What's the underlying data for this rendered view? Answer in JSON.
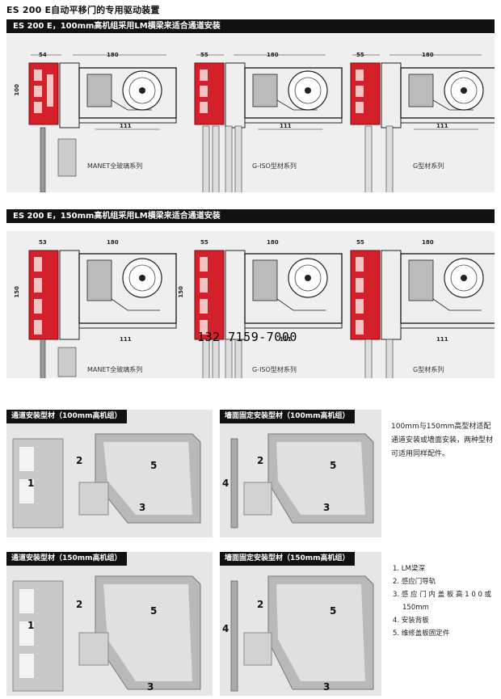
{
  "page_title": "ES 200 E自动平移门的专用驱动装置",
  "section1": {
    "title": "ES 200 E，100mm高机组采用LM横梁来适合通道安装",
    "profiles": [
      {
        "label": "MANET全玻璃系列",
        "dim_left": "54",
        "dim_top": "180",
        "dim_side": "100",
        "dim_bottom": "111"
      },
      {
        "label": "G-ISO型材系列",
        "dim_left": "55",
        "dim_top": "180",
        "dim_bottom": "111"
      },
      {
        "label": "G型材系列",
        "dim_left": "55",
        "dim_top": "180",
        "dim_bottom": "111"
      }
    ]
  },
  "section2": {
    "title": "ES 200 E，150mm高机组采用LM横梁来适合通道安装",
    "profiles": [
      {
        "label": "MANET全玻璃系列",
        "dim_left": "53",
        "dim_top": "180",
        "dim_side": "150",
        "dim_bottom": "111"
      },
      {
        "label": "G-ISO型材系列",
        "dim_left": "55",
        "dim_top": "180",
        "dim_side": "150",
        "dim_bottom": "111"
      },
      {
        "label": "G型材系列",
        "dim_left": "55",
        "dim_top": "180",
        "dim_bottom": "111"
      }
    ]
  },
  "watermark": "132  7159-7000",
  "photos": [
    {
      "title": "通道安装型材（100mm高机组）",
      "numbers": [
        "1",
        "2",
        "3",
        "5"
      ]
    },
    {
      "title": "墙面固定安装型材（100mm高机组）",
      "numbers": [
        "4",
        "2",
        "3",
        "5"
      ]
    },
    {
      "title": "通道安装型材（150mm高机组）",
      "numbers": [
        "1",
        "2",
        "3",
        "5"
      ]
    },
    {
      "title": "墙面固定安装型材（150mm高机组）",
      "numbers": [
        "4",
        "2",
        "3",
        "5"
      ]
    }
  ],
  "side_note": [
    "100mm与150mm高型材适配",
    "通道安装或墙面安装，两种型材",
    "可适用同样配件。"
  ],
  "legend": [
    "1. LM梁深",
    "2. 感应门导轨",
    "3. 感 应 门 内 盖 板 高 1 0 0 或",
    "150mm",
    "4. 安装背板",
    "5. 维修盖板固定件"
  ],
  "colors": {
    "accent_red": "#d3202a",
    "bar_black": "#111111",
    "panel_gray": "#efefef"
  }
}
